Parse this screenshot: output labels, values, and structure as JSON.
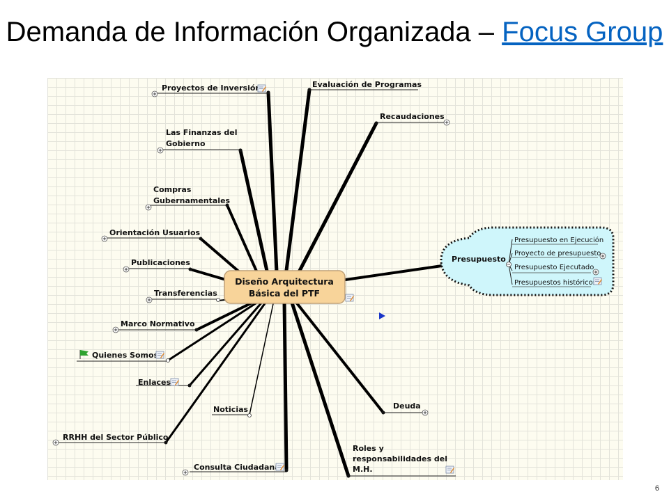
{
  "title": {
    "prefix": "Demanda de Información Organizada – ",
    "link": "Focus Group"
  },
  "slide_number": "6",
  "root": {
    "line1": "Diseño Arquitectura",
    "line2": "Básica del PTF"
  },
  "branches": {
    "proyectos": "Proyectos de Inversión",
    "evaluacion": "Evaluación de Programas",
    "recaudaciones": "Recaudaciones",
    "finanzas": [
      "Las Finanzas del",
      "Gobierno"
    ],
    "compras": [
      "Compras",
      "Gubernamentales"
    ],
    "orientacion": "Orientación Usuarios",
    "publicaciones": "Publicaciones",
    "transferencias": "Transferencias",
    "marco": "Marco Normativo",
    "quienes": "Quienes Somos",
    "enlaces": "Enlaces",
    "noticias": "Noticias",
    "rrhh": "RRHH del Sector Público",
    "consulta": "Consulta Ciudadana",
    "roles": [
      "Roles y",
      "responsabilidades del",
      "M.H."
    ],
    "deuda": "Deuda",
    "presupuesto": "Presupuesto"
  },
  "presupuesto_children": [
    "Presupuesto en Ejecución",
    "Proyecto de presupuesto",
    "Presupuesto Ejecutado",
    "Presupuestos históricos"
  ],
  "colors": {
    "root_fill": "#f8d49a",
    "root_stroke": "#bfa077",
    "cloud_fill": "#cff6fb",
    "link": "#0563c1",
    "grid": "#e3e3da",
    "arrow": "#1a35c8",
    "flag": "#2fa32f"
  }
}
